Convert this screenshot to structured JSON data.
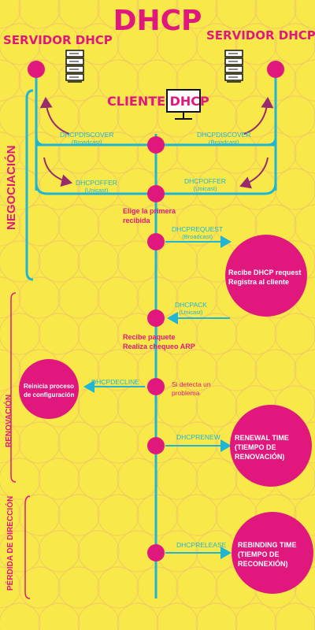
{
  "title": "DHCP",
  "servers": {
    "left": "SERVIDOR DHCP",
    "right": "SERVIDOR DHCP"
  },
  "client": "CLIENTE DHCP",
  "phases": {
    "negotiation": "NEGOCIACIÓN",
    "renewal": "RENOVACIÓN",
    "loss": "PÉRDIDA DE DIRECCIÓN"
  },
  "messages": {
    "discover_left": {
      "label": "DHCPDISCOVER",
      "sub": "(Broadcast)"
    },
    "discover_right": {
      "label": "DHCPDISCOVER",
      "sub": "(Broadcast)"
    },
    "offer_left": {
      "label": "DHCPOFFER",
      "sub": "(Unicast)"
    },
    "offer_right": {
      "label": "DHCPOFFER",
      "sub": "(Unicast)"
    },
    "request": {
      "label": "DHCPREQUEST",
      "sub": "(Broadcast)"
    },
    "ack": {
      "label": "DHCPACK",
      "sub": "(Unicast)"
    },
    "decline": {
      "label": "DHCPDECLINE"
    },
    "renew": {
      "label": "DHCPRENEW"
    },
    "release": {
      "label": "DHCPRELEASE"
    }
  },
  "notes": {
    "choose_1": "Elige la primera",
    "choose_2": "recibida",
    "receive_1": "Recibe paquete",
    "receive_2": "Realiza chequeo ARP",
    "detect_1": "Si detecta un",
    "detect_2": "problema"
  },
  "bubbles": {
    "request_1": "Recibe DHCP request",
    "request_2": "Registra al cliente",
    "restart_1": "Reinicia proceso",
    "restart_2": "de configuración",
    "renewal_1": "RENEWAL TIME",
    "renewal_2": "(TIEMPO DE",
    "renewal_3": "RENOVACIÓN)",
    "rebind_1": "REBINDING TIME",
    "rebind_2": "(TIEMPO DE",
    "rebind_3": "RECONEXIÓN)"
  },
  "colors": {
    "background": "#f8e84a",
    "magenta": "#e0187e",
    "cyan": "#1fb5d4",
    "purple": "#9a2a6e",
    "circle_outline": "#f0c46a"
  }
}
